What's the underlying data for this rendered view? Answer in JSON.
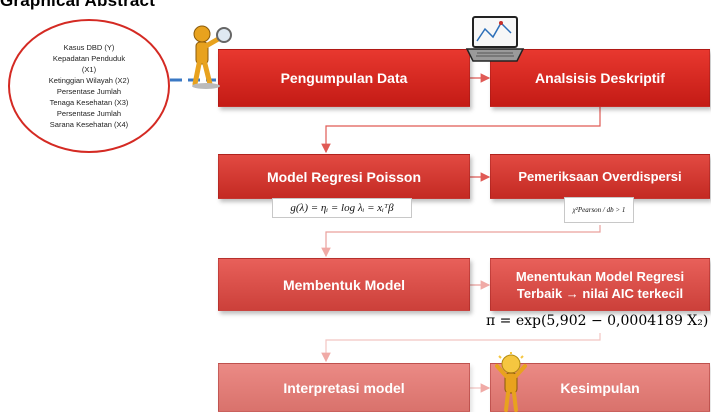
{
  "heading": "Graphical Abstract",
  "variables": [
    "Kasus DBD (Y)",
    "Kepadatan Penduduk",
    "(X1)",
    "Ketinggian Wilayah (X2)",
    "Persentase Jumlah",
    "Tenaga Kesehatan (X3)",
    "Persentase Jumlah",
    "Sarana Kesehatan (X4)"
  ],
  "steps": {
    "pengumpulan": "Pengumpulan Data",
    "analisis": "Analsisis Deskriptif",
    "poisson": "Model Regresi Poisson",
    "overdispersi": "Pemeriksaan Overdispersi",
    "membentuk": "Membentuk Model",
    "menentukan": "Menentukan Model Regresi Terbaik → nilai AIC terkecil",
    "interpretasi": "Interpretasi model",
    "kesimpulan": "Kesimpulan"
  },
  "formulas": {
    "poisson": "g(λ) = ηᵢ = log λᵢ = xᵢᵀβ",
    "overdispersi": "χ²Pearson / db > 1",
    "final": "π = exp(5,902 − 0,0004189 X₂)"
  },
  "colors": {
    "ellipse_border": "#d42a23",
    "dashed_line": "#3a78c4",
    "arrow": "#e05a55"
  },
  "icons": [
    "figure-magnifier-icon",
    "laptop-icon",
    "idea-figure-icon"
  ]
}
